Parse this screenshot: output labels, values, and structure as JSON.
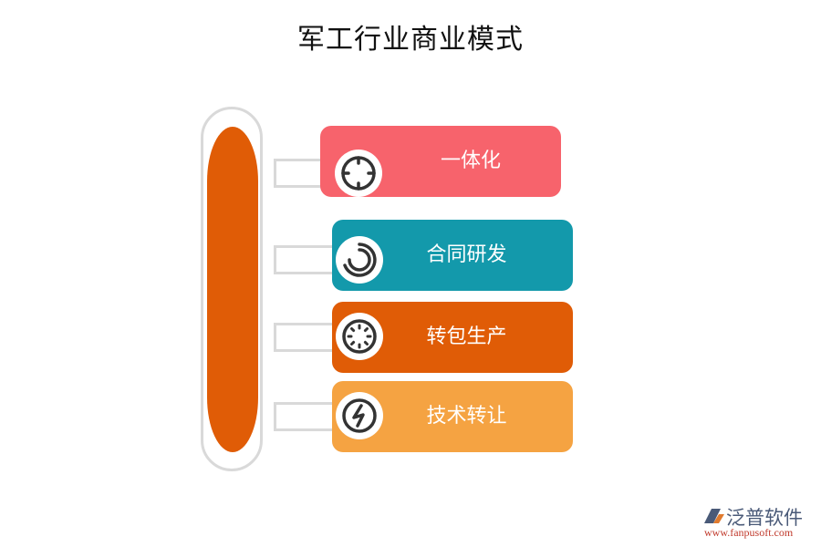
{
  "title": "军工行业商业模式",
  "colors": {
    "pill": "#e05c06",
    "pill_border": "#d9d9d9",
    "connector": "#d9d9d9",
    "icon_stroke": "#333333"
  },
  "items": [
    {
      "label": "一体化",
      "color": "#f7636c",
      "icon": "crosshair-icon"
    },
    {
      "label": "合同研发",
      "color": "#1399ab",
      "icon": "concentric-arcs-icon"
    },
    {
      "label": "转包生产",
      "color": "#e05c06",
      "icon": "loading-spinner-icon"
    },
    {
      "label": "技术转让",
      "color": "#f5a342",
      "icon": "lightning-bolt-icon"
    }
  ],
  "logo": {
    "name": "泛普软件",
    "url": "www.fanpusoft.com"
  }
}
